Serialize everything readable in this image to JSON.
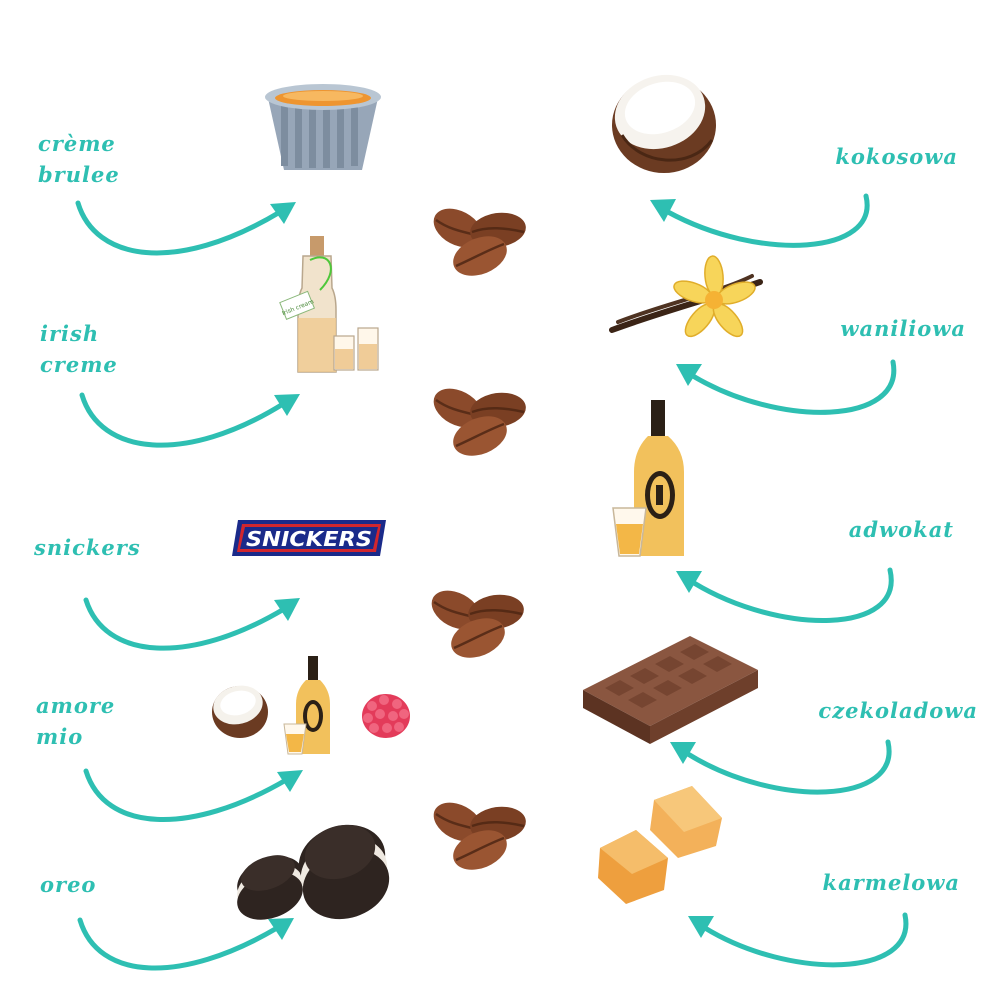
{
  "left_flavors": [
    {
      "line1": "crème",
      "line2": "brulee"
    },
    {
      "line1": "irish",
      "line2": "creme"
    },
    {
      "line1": "snickers",
      "line2": ""
    },
    {
      "line1": "amore",
      "line2": "mio"
    },
    {
      "line1": "oreo",
      "line2": ""
    }
  ],
  "right_flavors": [
    {
      "line1": "kokosowa"
    },
    {
      "line1": "waniliowa"
    },
    {
      "line1": "adwokat"
    },
    {
      "line1": "czekoladowa"
    },
    {
      "line1": "karmelowa"
    }
  ],
  "logo_text": "SNICKERS",
  "bottle_text": "Irish cream",
  "colors": {
    "accent": "#2ebfb2",
    "coffee_bean": "#8b4a2b",
    "coffee_bean_dark": "#6a3420",
    "chocolate": "#7a4a35",
    "caramel": "#f3b15a",
    "liqueur": "#f2c15c",
    "snickers_blue": "#1a2a8a",
    "snickers_red": "#d1262e"
  },
  "icons": [
    "creme-brulee-ramekin-icon",
    "coconut-icon",
    "irish-cream-bottle-icon",
    "vanilla-flower-icon",
    "coffee-beans-icon",
    "snickers-logo",
    "advocaat-bottle-icon",
    "chocolate-bar-icon",
    "raspberry-icon",
    "caramel-candy-icon",
    "oreo-cookie-icon"
  ]
}
